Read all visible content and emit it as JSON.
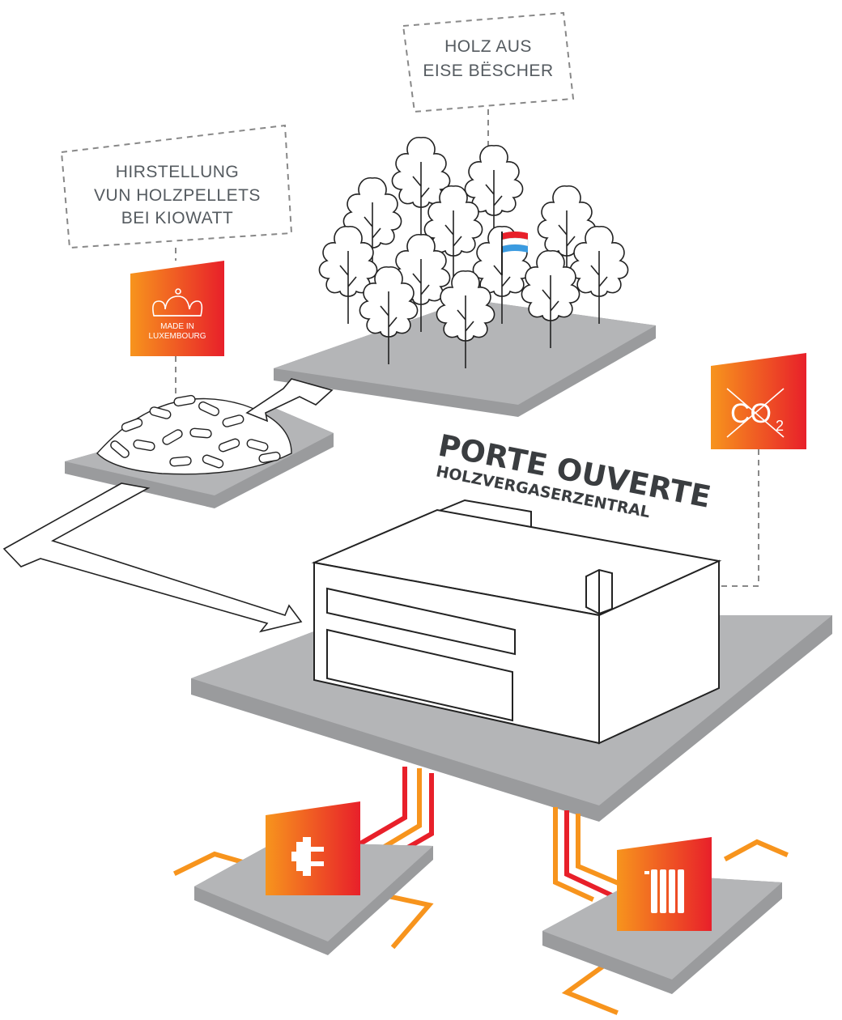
{
  "labels": {
    "pellets_line1": "HIRSTELLUNG",
    "pellets_line2": "VUN HOLZPELLETS",
    "pellets_line3": "BEI KIOWATT",
    "forest_line1": "HOLZ AUS",
    "forest_line2": "EISE BËSCHER"
  },
  "title": {
    "main": "PORTE OUVERTE",
    "sub": "HOLZVERGASERZENTRAL"
  },
  "badges": {
    "made_in_line1": "MADE IN",
    "made_in_line2": "LUXEMBOURG",
    "co2_text": "CO",
    "co2_sub": "2"
  },
  "colors": {
    "platform_top": "#b4b5b7",
    "platform_side": "#9a9b9d",
    "gradient_start": "#f7941d",
    "gradient_end": "#e8202a",
    "pipe_red": "#e8202a",
    "pipe_orange": "#f7941d",
    "line": "#222222",
    "dashed": "#888888",
    "text_gray": "#555b60"
  },
  "icons": [
    "crown-icon",
    "no-co2-icon",
    "power-plug-icon",
    "radiator-icon",
    "luxembourg-flag-icon"
  ]
}
